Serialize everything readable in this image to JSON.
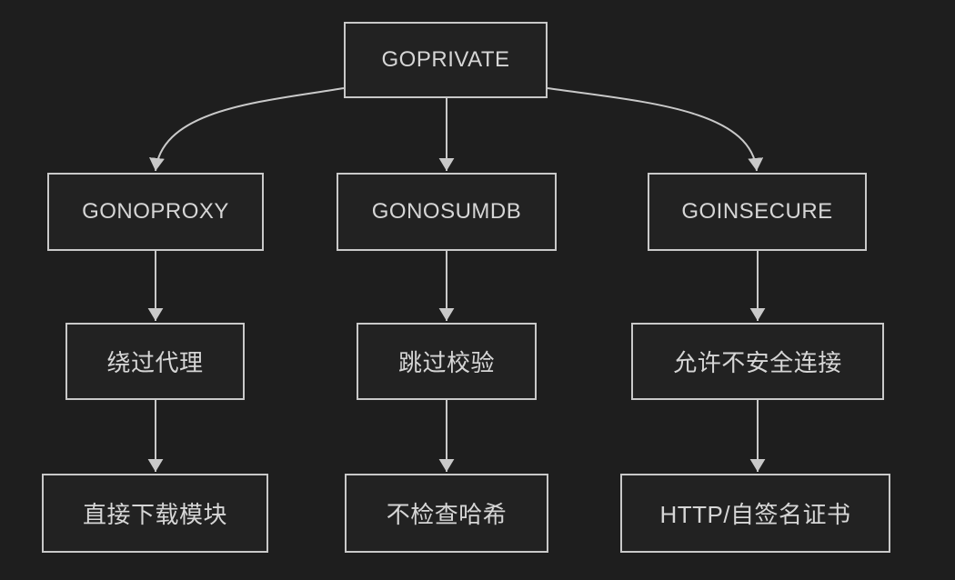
{
  "diagram": {
    "type": "flowchart",
    "theme": {
      "background": "#1e1e1e",
      "box_border": "#c9c9c9",
      "box_fill": "#222222",
      "text_color": "#d6d6d6",
      "arrow_color": "#c9c9c9"
    },
    "nodes": {
      "goprivate": {
        "label": "GOPRIVATE"
      },
      "gonoproxy": {
        "label": "GONOPROXY"
      },
      "gonosumdb": {
        "label": "GONOSUMDB"
      },
      "goinsecure": {
        "label": "GOINSECURE"
      },
      "bypass_proxy": {
        "label": "绕过代理"
      },
      "skip_verify": {
        "label": "跳过校验"
      },
      "allow_insecure": {
        "label": "允许不安全连接"
      },
      "direct_download": {
        "label": "直接下载模块"
      },
      "no_hash_check": {
        "label": "不检查哈希"
      },
      "http_self_signed": {
        "label": "HTTP/自签名证书"
      }
    },
    "edges": [
      {
        "from": "goprivate",
        "to": "gonoproxy"
      },
      {
        "from": "goprivate",
        "to": "gonosumdb"
      },
      {
        "from": "goprivate",
        "to": "goinsecure"
      },
      {
        "from": "gonoproxy",
        "to": "bypass_proxy"
      },
      {
        "from": "gonosumdb",
        "to": "skip_verify"
      },
      {
        "from": "goinsecure",
        "to": "allow_insecure"
      },
      {
        "from": "bypass_proxy",
        "to": "direct_download"
      },
      {
        "from": "skip_verify",
        "to": "no_hash_check"
      },
      {
        "from": "allow_insecure",
        "to": "http_self_signed"
      }
    ]
  }
}
